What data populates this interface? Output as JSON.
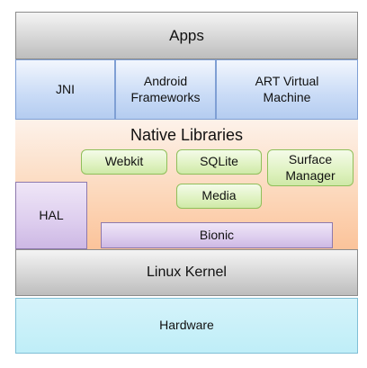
{
  "layers": {
    "apps": "Apps",
    "jni": "JNI",
    "android_frameworks": "Android Frameworks",
    "art_vm": "ART Virtual Machine",
    "native_libraries": "Native Libraries",
    "webkit": "Webkit",
    "sqlite": "SQLite",
    "surface_manager": "Surface Manager",
    "media": "Media",
    "hal": "HAL",
    "bionic": "Bionic",
    "linux_kernel": "Linux Kernel",
    "hardware": "Hardware"
  },
  "colors": {
    "gray_layer": "#d6d6d6",
    "blue_layer": "#c9dbf6",
    "native_bg": "#fcd9bd",
    "green_box": "#dff2c1",
    "purple_box": "#ddcdee",
    "hardware": "#bfeef8"
  }
}
